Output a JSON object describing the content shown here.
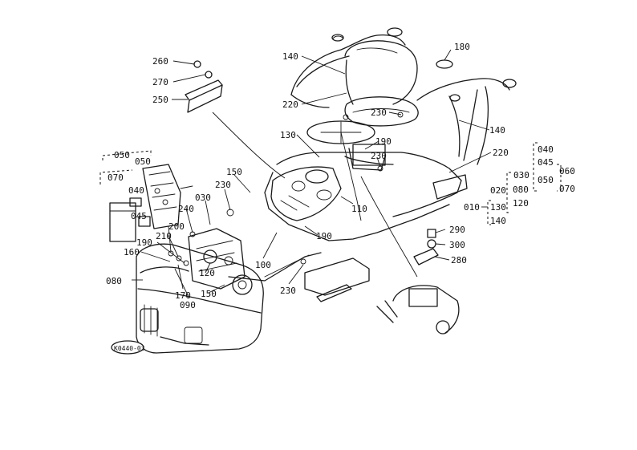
{
  "diagram_code": "K0440-03",
  "callouts": [
    {
      "id": "c260",
      "text": "260"
    },
    {
      "id": "c270",
      "text": "270"
    },
    {
      "id": "c250",
      "text": "250"
    },
    {
      "id": "c140a",
      "text": "140"
    },
    {
      "id": "c180",
      "text": "180"
    },
    {
      "id": "c220a",
      "text": "220"
    },
    {
      "id": "c230a",
      "text": "230"
    },
    {
      "id": "c130",
      "text": "130"
    },
    {
      "id": "c190a",
      "text": "190"
    },
    {
      "id": "c230b",
      "text": "230"
    },
    {
      "id": "c140b",
      "text": "140"
    },
    {
      "id": "c220b",
      "text": "220"
    },
    {
      "id": "c150a",
      "text": "150"
    },
    {
      "id": "c230c",
      "text": "230"
    },
    {
      "id": "c030a",
      "text": "030"
    },
    {
      "id": "c240",
      "text": "240"
    },
    {
      "id": "c110",
      "text": "110"
    },
    {
      "id": "c190b",
      "text": "190"
    },
    {
      "id": "c100",
      "text": "100"
    },
    {
      "id": "c230d",
      "text": "230"
    },
    {
      "id": "c200",
      "text": "200"
    },
    {
      "id": "c210",
      "text": "210"
    },
    {
      "id": "c190c",
      "text": "190"
    },
    {
      "id": "c160",
      "text": "160"
    },
    {
      "id": "c120",
      "text": "120"
    },
    {
      "id": "c080a",
      "text": "080"
    },
    {
      "id": "c170",
      "text": "170"
    },
    {
      "id": "c090",
      "text": "090"
    },
    {
      "id": "c150b",
      "text": "150"
    },
    {
      "id": "c290",
      "text": "290"
    },
    {
      "id": "c300",
      "text": "300"
    },
    {
      "id": "c280",
      "text": "280"
    }
  ],
  "groups": {
    "left": {
      "top_a": "050",
      "top_b": "050",
      "item_070": "070",
      "item_040": "040",
      "item_045": "045"
    },
    "right_a": {
      "g040": "040",
      "g045": "045",
      "g050": "050",
      "g060": "060",
      "g070": "070",
      "g030": "030"
    },
    "right_b": {
      "g020": "020",
      "g080": "080",
      "g120": "120",
      "g010": "010",
      "g130": "130",
      "g140": "140"
    }
  }
}
